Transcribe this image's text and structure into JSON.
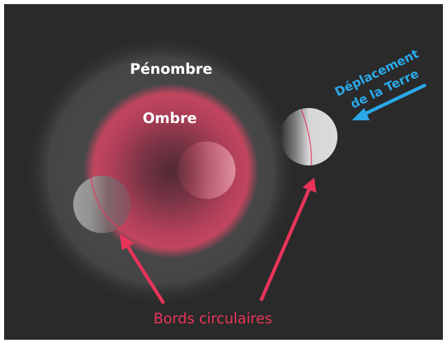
{
  "labels": {
    "penumbra": "Pénombre",
    "umbra": "Ombre",
    "motion_line1": "Déplacement",
    "motion_line2": "de la Terre",
    "edges": "Bords circulaires"
  },
  "colors": {
    "background": "#2a2a2a",
    "penumbra": "#4a4a4a",
    "umbra": "#c2455f",
    "umbra_core": "#5a2a35",
    "label_white": "#ffffff",
    "accent_red": "#e8345a",
    "accent_blue": "#2aa8e8",
    "moon_light": "#d8d8d8"
  }
}
